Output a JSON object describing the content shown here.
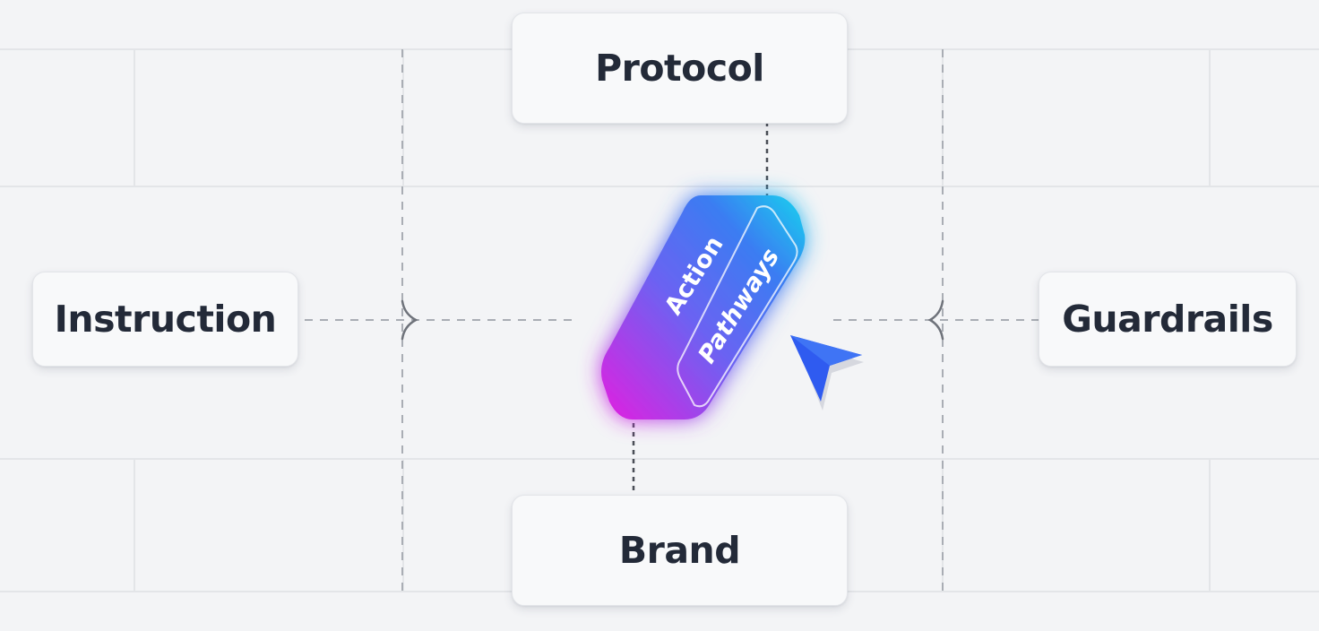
{
  "diagram": {
    "center": {
      "line1": "Action",
      "line2": "Pathways"
    },
    "nodes": {
      "top": "Protocol",
      "left": "Instruction",
      "right": "Guardrails",
      "bottom": "Brand"
    },
    "colors": {
      "gradient_start": "#e21fe0",
      "gradient_mid": "#3b7cf2",
      "gradient_end": "#17d3ee",
      "cursor": "#2f5bf0",
      "node_text": "#232a38"
    },
    "icons": [
      "pointer-cursor-icon"
    ]
  }
}
